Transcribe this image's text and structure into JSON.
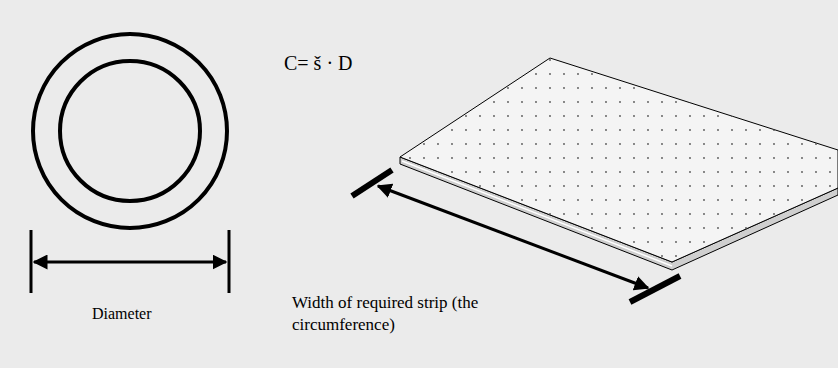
{
  "diagram": {
    "labels": [
      "C= š · D",
      "Diameter",
      "Width of required strip (the circumference)"
    ]
  }
}
